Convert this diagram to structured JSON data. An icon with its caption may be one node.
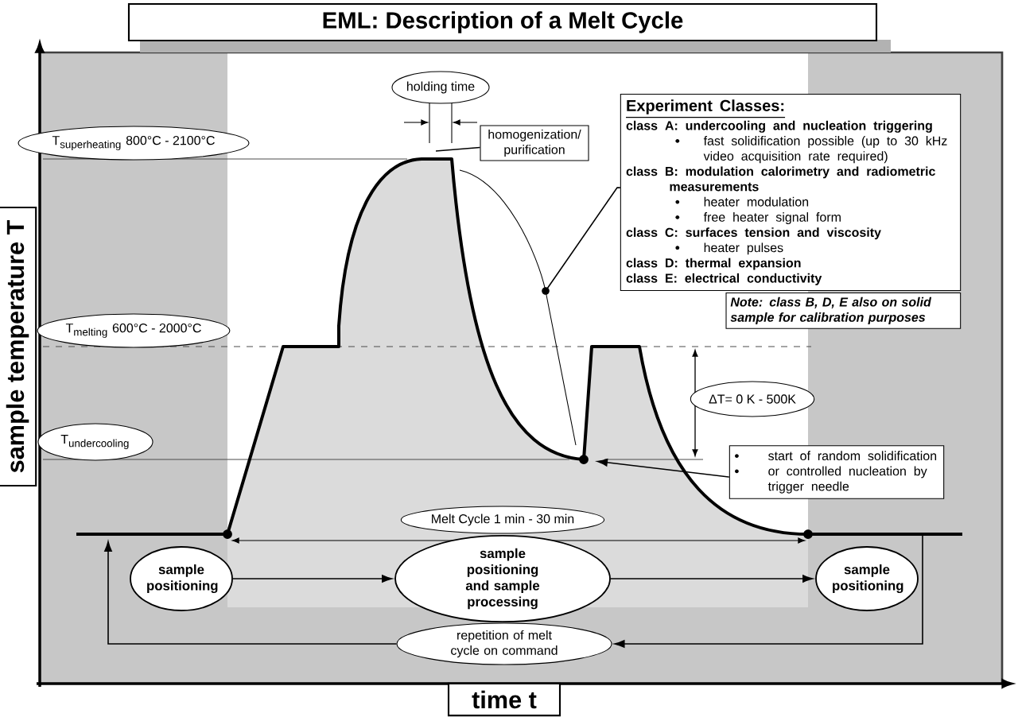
{
  "diagram": {
    "title": "EML: Description of a Melt Cycle",
    "nodes": [
      {
        "text": [
          "sample temperature T"
        ]
      },
      {
        "text": [
          "time t"
        ]
      },
      {
        "text": [
          "holding time"
        ]
      },
      {
        "text": [
          "homogenization/ purification"
        ]
      },
      {
        "text": [
          "Experiment Classes:",
          "class A: undercooling and nucleation triggering",
          "fast solidification possible (up to 30 kHz video acquisition rate required)",
          "class B: modulation calorimetry and radiometric measurements",
          "heater modulation",
          "free heater signal form",
          "class C: surfaces tension and viscosity",
          "heater pulses",
          "class D: thermal expansion",
          "class E: electrical conductivity"
        ]
      },
      {
        "text": [
          "Note: class B, D, E also on solid sample for calibration purposes"
        ]
      },
      {
        "text": [
          "\\mathrm{T}_{\\mathrm{superheating}}",
          "800°C - 2100°C"
        ]
      },
      {
        "text": [
          "\\mathrm{T}_{\\mathrm{melting}}",
          "600°C - 2000°C"
        ]
      },
      {
        "text": [
          "\\mathrm{T}_{\\mathrm{undercooling}}"
        ]
      },
      {
        "text": [
          "ΔT= 0 K - 500K"
        ]
      },
      {
        "text": [
          "start of random solidification",
          "or controlled nucleation by trigger needle"
        ]
      },
      {
        "text": [
          "Melt Cycle 1 min - 30 min"
        ]
      },
      {
        "text": [
          "sample positioning"
        ]
      },
      {
        "text": [
          "sample positioning and sample processing"
        ]
      },
      {
        "text": [
          "sample positioning"
        ]
      },
      {
        "text": [
          "repetition of melt cycle on command"
        ]
      },
      {
        "text": [],
        "shape": "curve"
      }
    ],
    "edges": [
      {
        "from": 12,
        "to": 13,
        "arrow": "to"
      },
      {
        "from": 13,
        "to": 14,
        "arrow": "to"
      },
      {
        "from": null,
        "to": 15,
        "arrow": "to"
      },
      {
        "from": 15,
        "to": null,
        "arrow": "to"
      },
      {
        "from": 3,
        "to": null,
        "arrow": "none"
      },
      {
        "from": 4,
        "to": 16,
        "arrow": "none"
      },
      {
        "from": 10,
        "to": null,
        "arrow": "to"
      }
    ]
  }
}
